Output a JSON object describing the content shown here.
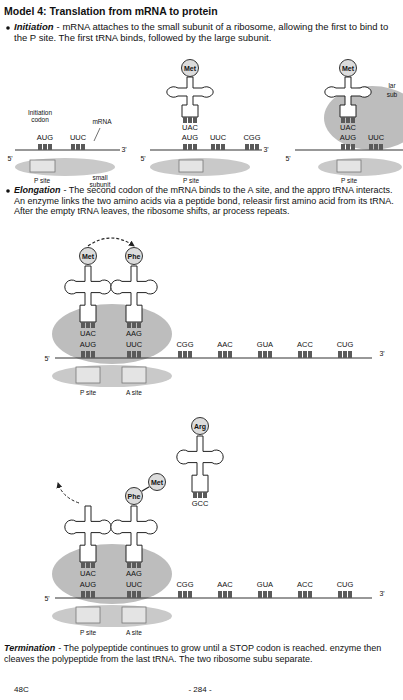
{
  "diagram": {
    "title": "Model 4: Translation from mRNA to protein",
    "nodes": [
      {
        "text": [
          "Met"
        ]
      },
      {
        "text": [
          "Met"
        ]
      },
      {
        "text": [
          "Met"
        ]
      },
      {
        "text": [
          "Phe"
        ]
      },
      {
        "text": [
          "Met"
        ]
      },
      {
        "text": [
          "Phe"
        ]
      },
      {
        "text": [
          "Arg"
        ]
      }
    ],
    "edges": [
      {
        "from": 2,
        "to": 3,
        "arrow": "to"
      },
      {
        "from": 5,
        "to": 4,
        "arrow": "none"
      }
    ],
    "labels": [
      "Initiation",
      "- mRNA attaches to the small subunit of a ribosome, allowing the first to bind to the P site. The first tRNA binds, followed by the large subunit.",
      "Initiation codon",
      "AUG",
      "UUC",
      "mRNA",
      "3'",
      "5'",
      "P site",
      "small subunit",
      "UAC",
      "AUG",
      "UUC",
      "CGG",
      "3'",
      "5'",
      "P site",
      "UAC",
      "AUG",
      "UUC",
      "lar",
      "sub",
      "5'",
      "P site",
      "Elongation",
      "- The second codon of the mRNA binds to the A site, and the appro tRNA interacts. An enzyme links the two amino acids via a peptide bond, releasir first amino acid from its tRNA. After the empty tRNA leaves, the ribosome shifts, ar process repeats.",
      "UAC",
      "AAG",
      "AUG",
      "UUC",
      "CGG",
      "AAC",
      "GUA",
      "ACC",
      "CUG",
      "3'",
      "5'",
      "P site",
      "A site",
      "GCC",
      "UAC",
      "AAG",
      "AUG",
      "UUC",
      "CGG",
      "AAC",
      "GUA",
      "ACC",
      "CUG",
      "3'",
      "5'",
      "P site",
      "A site",
      "Termination",
      "- The polypeptide continues to grow until a STOP codon is reached. enzyme then cleaves the polypeptide from the last tRNA. The two ribosome subu separate.",
      "48C",
      "- 284 -"
    ]
  }
}
